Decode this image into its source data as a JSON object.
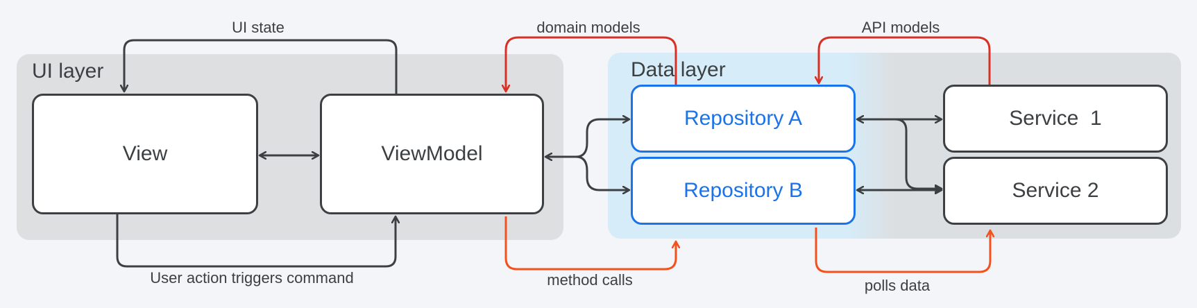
{
  "layers": {
    "ui": {
      "title": "UI layer"
    },
    "data": {
      "title": "Data layer"
    }
  },
  "nodes": {
    "view": "View",
    "viewmodel": "ViewModel",
    "repo_a": "Repository A",
    "repo_b": "Repository B",
    "service_1": "Service  1",
    "service_2": "Service 2"
  },
  "edge_labels": {
    "ui_state": "UI state",
    "user_action": "User action triggers command",
    "domain_models": "domain models",
    "method_calls": "method calls",
    "api_models": "API models",
    "polls_data": "polls data"
  },
  "colors": {
    "dark": "#3c4043",
    "blue": "#1a73e8",
    "red": "#d93025",
    "orange": "#f4511e"
  }
}
